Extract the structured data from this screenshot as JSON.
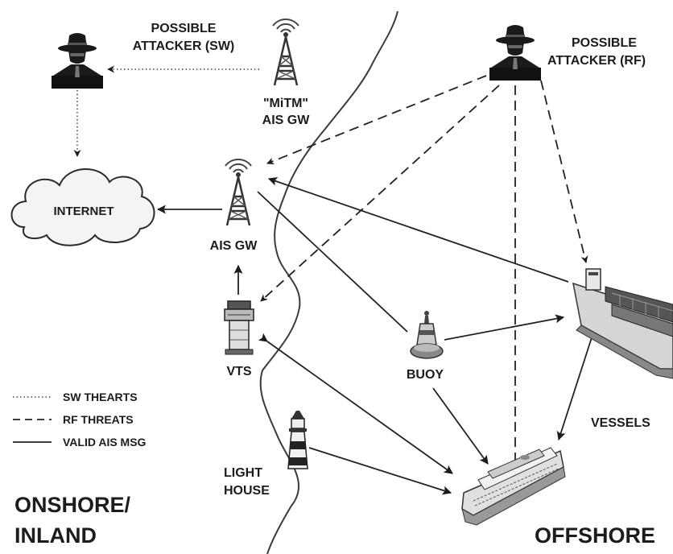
{
  "labels": {
    "attacker_sw": [
      "POSSIBLE",
      "ATTACKER (SW)"
    ],
    "attacker_rf": [
      "POSSIBLE",
      "ATTACKER (RF)"
    ],
    "mitm_gw": [
      "\"MiTM\"",
      "AIS GW"
    ],
    "internet": "INTERNET",
    "ais_gw": "AIS GW",
    "vts": "VTS",
    "buoy": "BUOY",
    "vessels": "VESSELS",
    "lighthouse": [
      "LIGHT",
      "HOUSE"
    ],
    "onshore": [
      "ONSHORE/",
      "INLAND"
    ],
    "offshore": "OFFSHORE"
  },
  "legend": {
    "sw": "SW THEARTS",
    "rf": "RF THREATS",
    "valid": "VALID AIS MSG"
  },
  "colors": {
    "ink": "#1c1c1c",
    "line": "#2a2a2a",
    "cloud_fill": "#f4f4f4"
  },
  "icons": [
    "hacker-icon",
    "radio-tower-icon",
    "cloud-icon",
    "vts-tower-icon",
    "buoy-icon",
    "lighthouse-icon",
    "container-ship-icon",
    "cruise-ship-icon"
  ]
}
